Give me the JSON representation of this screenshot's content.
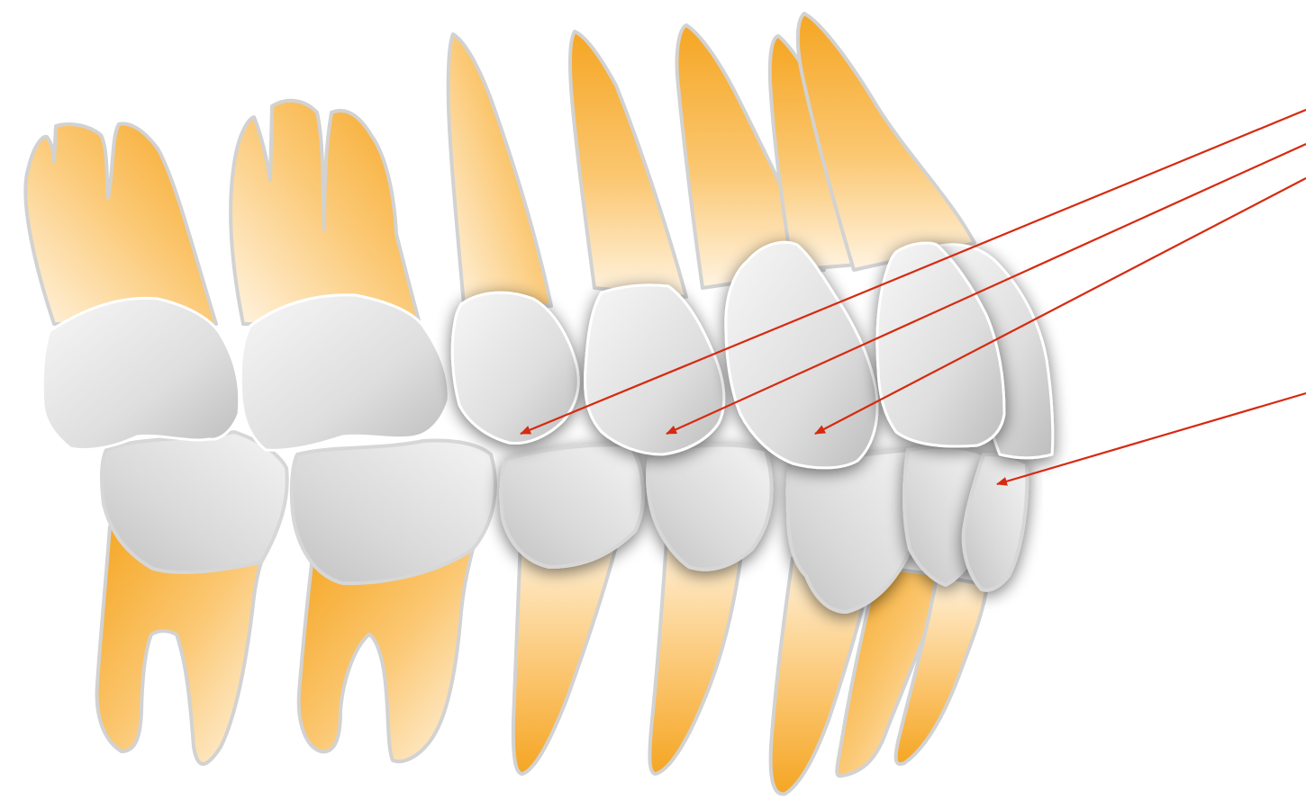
{
  "diagram": {
    "colors": {
      "background": "#ffffff",
      "root_dark": "#f5a623",
      "root_light": "#fff4e2",
      "crown_dark": "#bdbdbd",
      "crown_light": "#f7f7f7",
      "outline": "#d2d2d2",
      "leader_line": "#d62a10"
    },
    "upper_teeth": [
      "molar",
      "molar",
      "premolar",
      "premolar",
      "canine",
      "lateral-incisor",
      "central-incisor"
    ],
    "lower_teeth": [
      "molar",
      "molar",
      "premolar",
      "premolar",
      "canine",
      "lateral-incisor",
      "central-incisor"
    ],
    "leader_lines_count": 4,
    "labels": []
  }
}
